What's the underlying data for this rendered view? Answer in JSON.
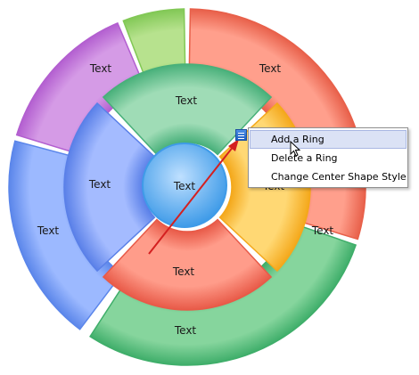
{
  "diagram": {
    "outer_ring": [
      {
        "label": "Text",
        "color": "#e8604a",
        "light": "#ff9f8c"
      },
      {
        "label": "Text",
        "color": "#3fae6a",
        "light": "#86d59d"
      },
      {
        "label": "Text",
        "color": "#5b86ea",
        "light": "#9cb9ff"
      },
      {
        "label": "Text",
        "color": "#b35fd0",
        "light": "#d59be6"
      },
      {
        "label": "Text",
        "color": "#82c856",
        "light": "#b7e28e"
      }
    ],
    "inner_ring": [
      {
        "label": "Text",
        "color": "#48b07a",
        "light": "#9fdcb6"
      },
      {
        "label": "Text",
        "color": "#f4a81b",
        "light": "#ffd874"
      },
      {
        "label": "Text",
        "color": "#e85a48",
        "light": "#ff9c8a"
      },
      {
        "label": "Text",
        "color": "#5a80e8",
        "light": "#a4bbff"
      }
    ],
    "center": {
      "label": "Text",
      "color": "#3f9be8",
      "light": "#bfe0ff"
    },
    "arrow_color": "#d42020"
  },
  "context_menu": {
    "items": [
      "Add a Ring",
      "Delete a Ring",
      "Change Center Shape Style"
    ]
  }
}
